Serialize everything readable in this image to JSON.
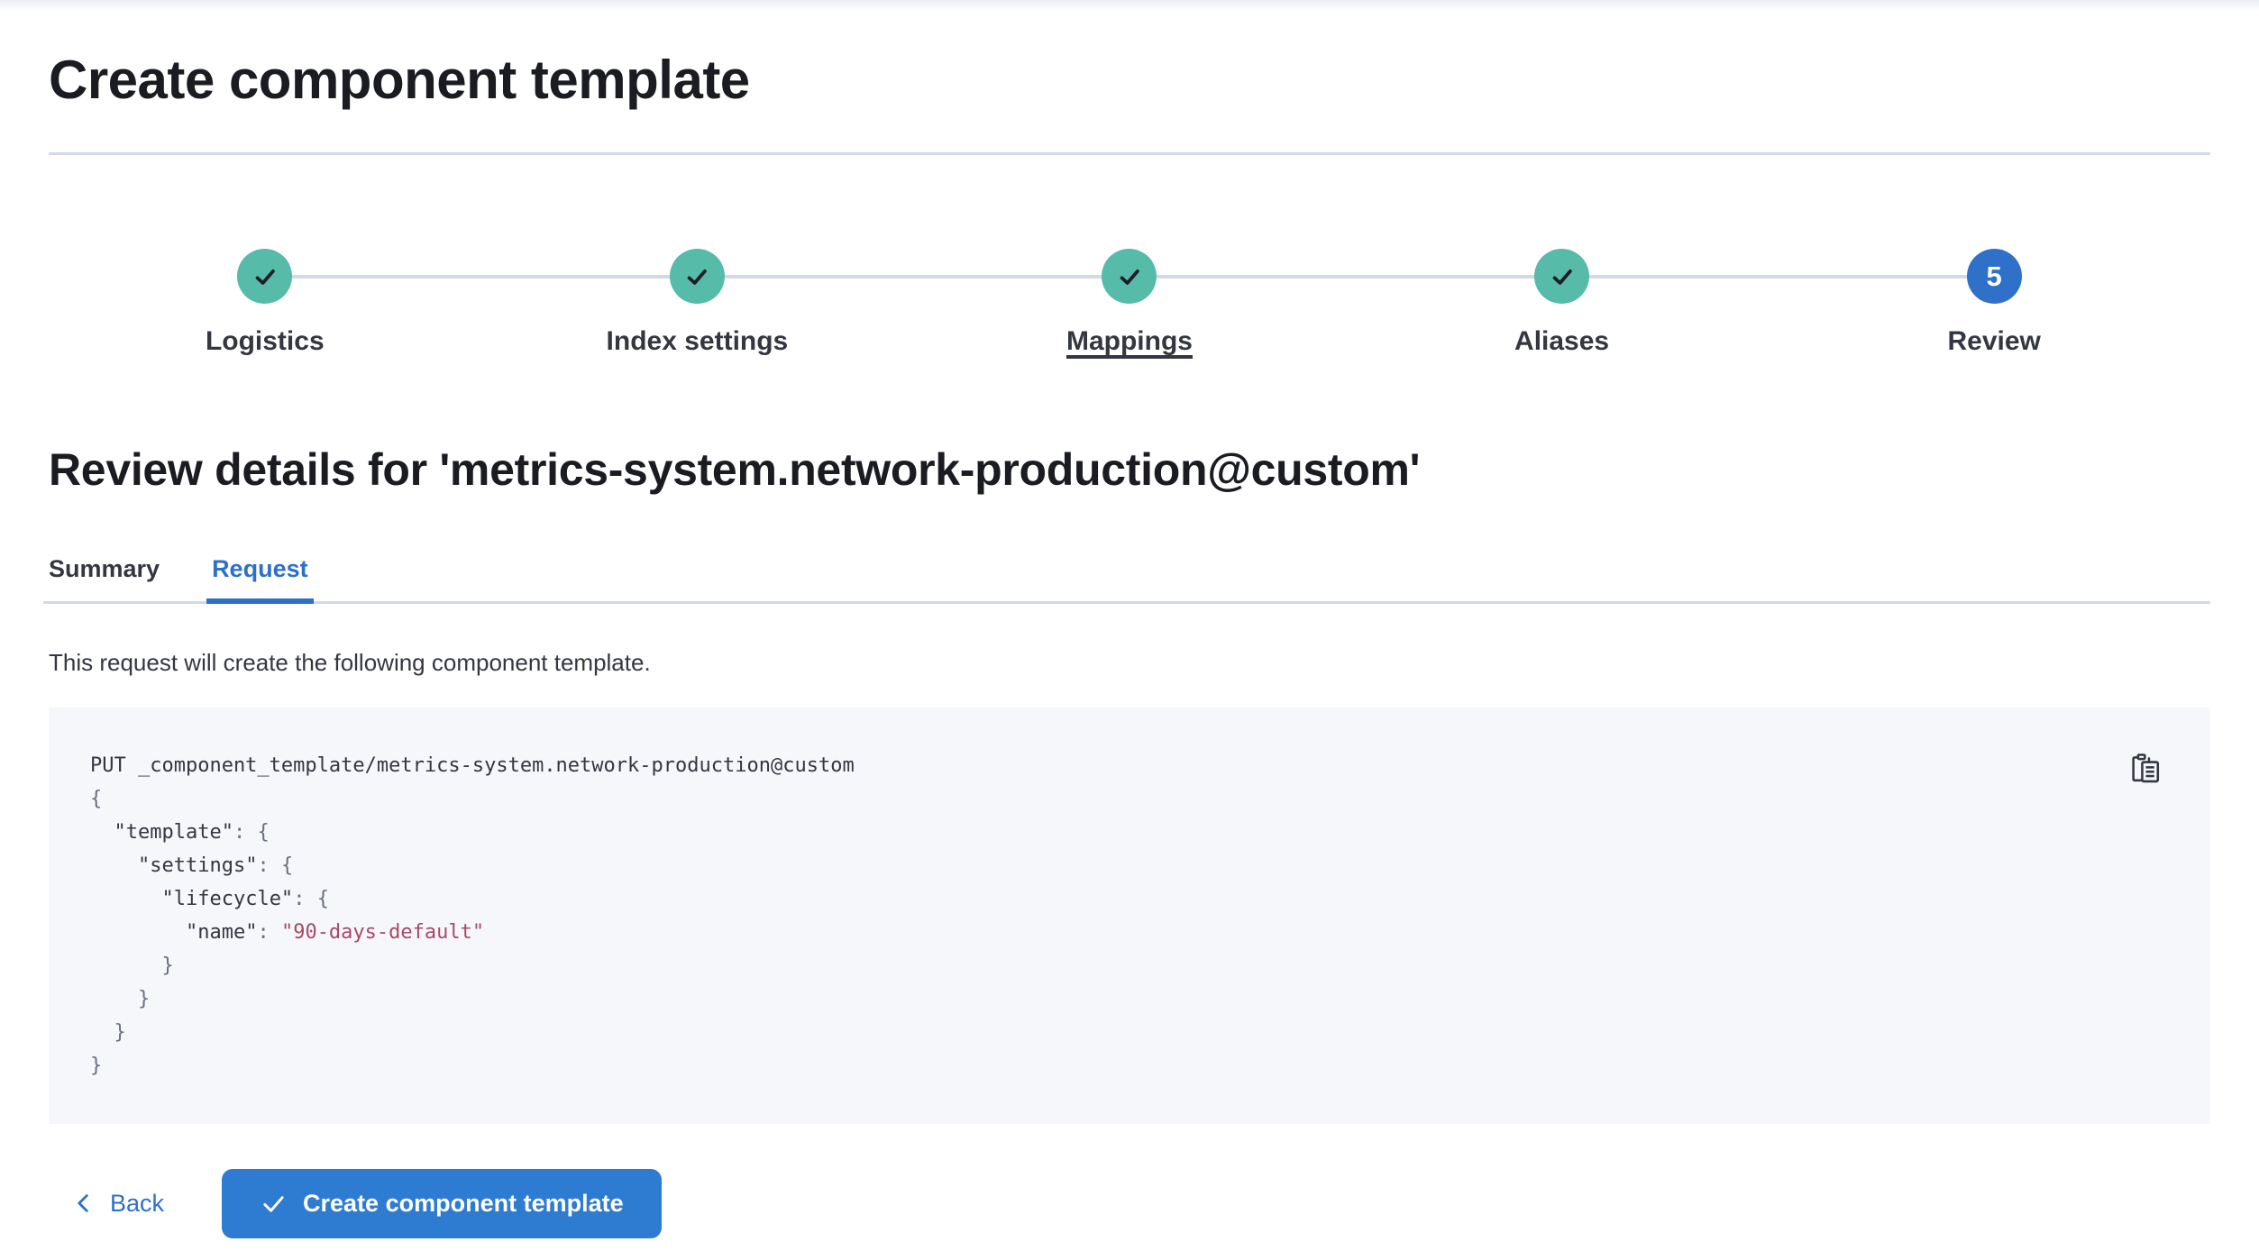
{
  "page": {
    "title": "Create component template"
  },
  "steps": {
    "items": [
      {
        "label": "Logistics",
        "status": "complete",
        "hovered": false
      },
      {
        "label": "Index settings",
        "status": "complete",
        "hovered": false
      },
      {
        "label": "Mappings",
        "status": "complete",
        "hovered": true
      },
      {
        "label": "Aliases",
        "status": "complete",
        "hovered": false
      },
      {
        "label": "Review",
        "status": "current",
        "number": "5",
        "hovered": false
      }
    ]
  },
  "review": {
    "heading": "Review details for 'metrics-system.network-production@custom'",
    "tabs": [
      {
        "label": "Summary",
        "active": false
      },
      {
        "label": "Request",
        "active": true
      }
    ],
    "description": "This request will create the following component template."
  },
  "code": {
    "copy_icon": "copy-clipboard-icon",
    "lines": [
      [
        {
          "t": "PUT _component_template/metrics-system.network-production@custom",
          "c": "base"
        }
      ],
      [
        {
          "t": "{",
          "c": "punct"
        }
      ],
      [
        {
          "t": "  ",
          "c": "base"
        },
        {
          "t": "\"template\"",
          "c": "base"
        },
        {
          "t": ": ",
          "c": "punct"
        },
        {
          "t": "{",
          "c": "punct"
        }
      ],
      [
        {
          "t": "    ",
          "c": "base"
        },
        {
          "t": "\"settings\"",
          "c": "base"
        },
        {
          "t": ": ",
          "c": "punct"
        },
        {
          "t": "{",
          "c": "punct"
        }
      ],
      [
        {
          "t": "      ",
          "c": "base"
        },
        {
          "t": "\"lifecycle\"",
          "c": "base"
        },
        {
          "t": ": ",
          "c": "punct"
        },
        {
          "t": "{",
          "c": "punct"
        }
      ],
      [
        {
          "t": "        ",
          "c": "base"
        },
        {
          "t": "\"name\"",
          "c": "base"
        },
        {
          "t": ": ",
          "c": "punct"
        },
        {
          "t": "\"90-days-default\"",
          "c": "str"
        }
      ],
      [
        {
          "t": "      ",
          "c": "base"
        },
        {
          "t": "}",
          "c": "punct"
        }
      ],
      [
        {
          "t": "    ",
          "c": "base"
        },
        {
          "t": "}",
          "c": "punct"
        }
      ],
      [
        {
          "t": "  ",
          "c": "base"
        },
        {
          "t": "}",
          "c": "punct"
        }
      ],
      [
        {
          "t": "}",
          "c": "punct"
        }
      ]
    ]
  },
  "footer": {
    "back_label": "Back",
    "create_label": "Create component template"
  },
  "colors": {
    "primary_blue": "#2e7cd2",
    "link_blue": "#2e70c9",
    "step_current_blue": "#2f70c8",
    "step_complete_teal": "#56bba8",
    "divider": "#d3dae6",
    "code_background": "#f6f7fb",
    "code_string": "#a84a64",
    "code_punctuation": "#69707d",
    "text_dark": "#1a1c21",
    "text_body": "#343741"
  }
}
